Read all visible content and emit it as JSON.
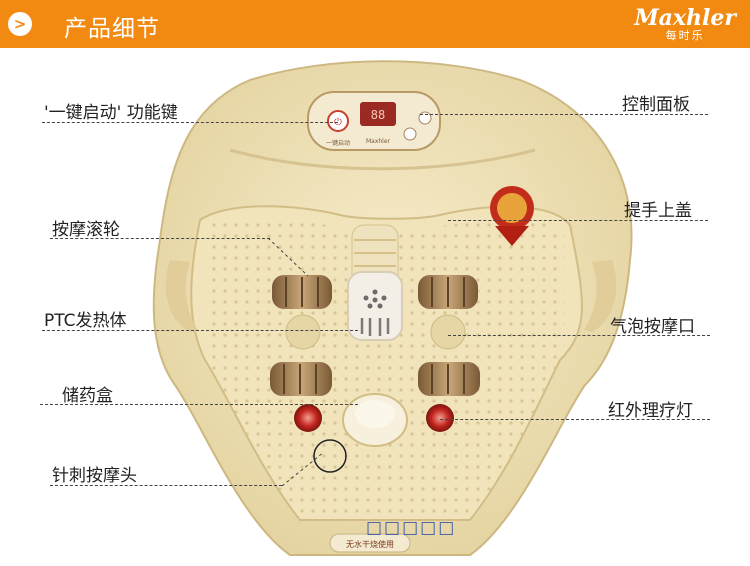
{
  "header": {
    "arrow": ">",
    "title": "产品细节",
    "brand_name": "Maxhler",
    "brand_sub": "每时乐"
  },
  "panel": {
    "small_text": "一键启动",
    "brand": "Maxhler"
  },
  "badge": "无水干烧使用",
  "labels": {
    "one_key_start": "'一键启动' 功能键",
    "control_panel": "控制面板",
    "handle_cover": "提手上盖",
    "massage_roller": "按摩滚轮",
    "ptc_heater": "PTC发热体",
    "bubble_massage": "气泡按摩口",
    "medicine_box": "储药盒",
    "infrared_light": "红外理疗灯",
    "acupressure_head": "针刺按摩头"
  },
  "watermark": "□□□□□",
  "colors": {
    "header_bg": "#f28a12",
    "basin": "#efe2b8",
    "roller": "#a8835a",
    "infrared": "#c3261e"
  }
}
